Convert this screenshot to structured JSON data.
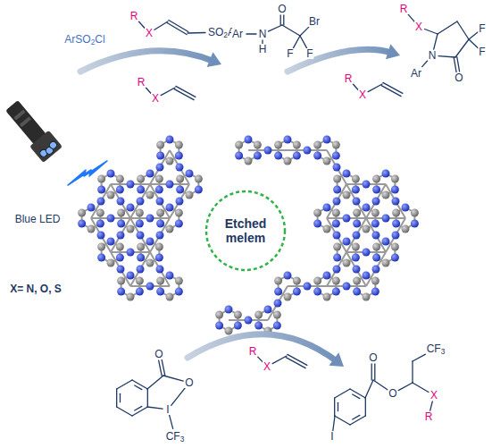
{
  "diagram": {
    "nodes": [
      {
        "text": [
          "Etched melem"
        ]
      }
    ],
    "labels": [
      "ArSO2Cl",
      "R",
      "X",
      "SO2Ar",
      "R",
      "X",
      "O",
      "Ar",
      "N",
      "H",
      "Br",
      "F",
      "F",
      "R",
      "X",
      "R",
      "X",
      "F",
      "F",
      "N",
      "Ar",
      "O",
      "Blue LED",
      "X= N, O, S",
      "O",
      "O",
      "I",
      "CF3",
      "R",
      "X",
      "O",
      "CF3",
      "O",
      "I",
      "X",
      "R"
    ]
  }
}
